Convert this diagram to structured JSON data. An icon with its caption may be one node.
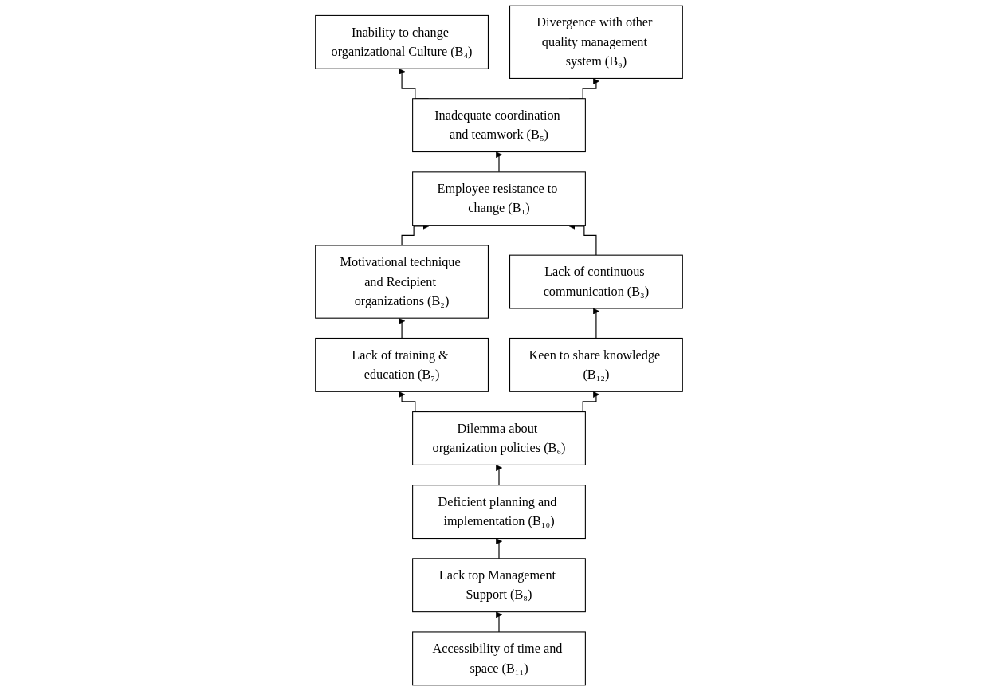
{
  "diagram": {
    "nodes": [
      {
        "text": [
          "Inability to change organizational Culture (B₄)"
        ]
      },
      {
        "text": [
          "Divergence with other quality management system (B₉)"
        ]
      },
      {
        "text": [
          "Inadequate coordination and teamwork (B₅)"
        ]
      },
      {
        "text": [
          "Employee resistance to change (B₁)"
        ]
      },
      {
        "text": [
          "Motivational technique and Recipient organizations (B₂)"
        ]
      },
      {
        "text": [
          "Lack of continuous communication (B₃)"
        ]
      },
      {
        "text": [
          "Lack of training & education (B₇)"
        ]
      },
      {
        "text": [
          "Keen to share knowledge (B₁₂)"
        ]
      },
      {
        "text": [
          "Dilemma about organization policies (B₆)"
        ]
      },
      {
        "text": [
          "Deficient planning and implementation (B₁₀)"
        ]
      },
      {
        "text": [
          "Lack top Management Support (B₈)"
        ]
      },
      {
        "text": [
          "Accessibility of time and space (B₁₁)"
        ]
      }
    ],
    "edges": [
      {
        "from": 2,
        "to": 0,
        "arrow": "to"
      },
      {
        "from": 2,
        "to": 1,
        "arrow": "to"
      },
      {
        "from": 3,
        "to": 2,
        "arrow": "to"
      },
      {
        "from": 4,
        "to": 3,
        "arrow": "to"
      },
      {
        "from": 5,
        "to": 3,
        "arrow": "to"
      },
      {
        "from": 6,
        "to": 4,
        "arrow": "to"
      },
      {
        "from": 7,
        "to": 5,
        "arrow": "to"
      },
      {
        "from": 8,
        "to": 6,
        "arrow": "to"
      },
      {
        "from": 8,
        "to": 7,
        "arrow": "to"
      },
      {
        "from": 9,
        "to": 8,
        "arrow": "to"
      },
      {
        "from": 10,
        "to": 9,
        "arrow": "to"
      },
      {
        "from": 11,
        "to": 10,
        "arrow": "to"
      }
    ]
  }
}
